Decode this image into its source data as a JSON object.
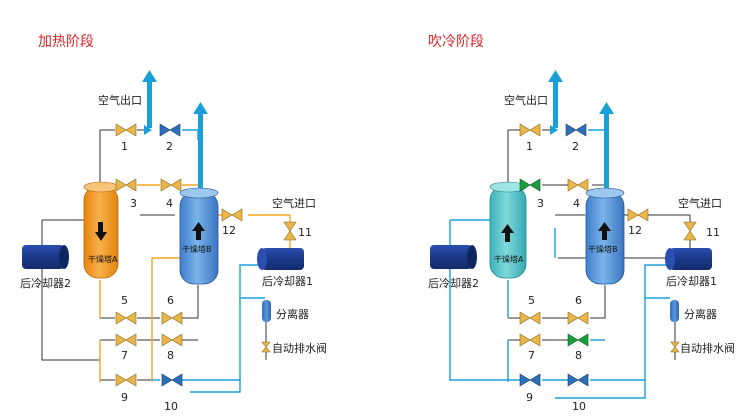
{
  "panels": [
    {
      "title": "加热阶段",
      "air_outlet": "空气出口",
      "air_inlet": "空气进口",
      "tower_a": "干燥塔A",
      "tower_b": "干燥塔B",
      "cooler_1": "后冷却器1",
      "cooler_2": "后冷却器2",
      "separator": "分离器",
      "drain_valve": "自动排水阀",
      "valves": [
        "1",
        "2",
        "3",
        "4",
        "5",
        "6",
        "7",
        "8",
        "9",
        "10",
        "11",
        "12"
      ]
    },
    {
      "title": "吹冷阶段",
      "air_outlet": "空气出口",
      "air_inlet": "空气进口",
      "tower_a": "干燥塔A",
      "tower_b": "干燥塔B",
      "cooler_1": "后冷却器1",
      "cooler_2": "后冷却器2",
      "separator": "分离器",
      "drain_valve": "自动排水阀",
      "valves": [
        "1",
        "2",
        "3",
        "4",
        "5",
        "6",
        "7",
        "8",
        "9",
        "10",
        "11",
        "12"
      ]
    }
  ],
  "colors": {
    "title": "#d9262a",
    "orange_flow": "#f5a623",
    "blue_flow": "#1aa0d8",
    "dark_blue": "#1f3f9a",
    "valve_gold": "#e8b64a",
    "valve_blue": "#2f6fb8",
    "valve_green": "#1c9e3c",
    "tower_orange": "#f29b1b",
    "tower_blue": "#4f8fd6",
    "tower_cyan": "#4ec3c9"
  }
}
